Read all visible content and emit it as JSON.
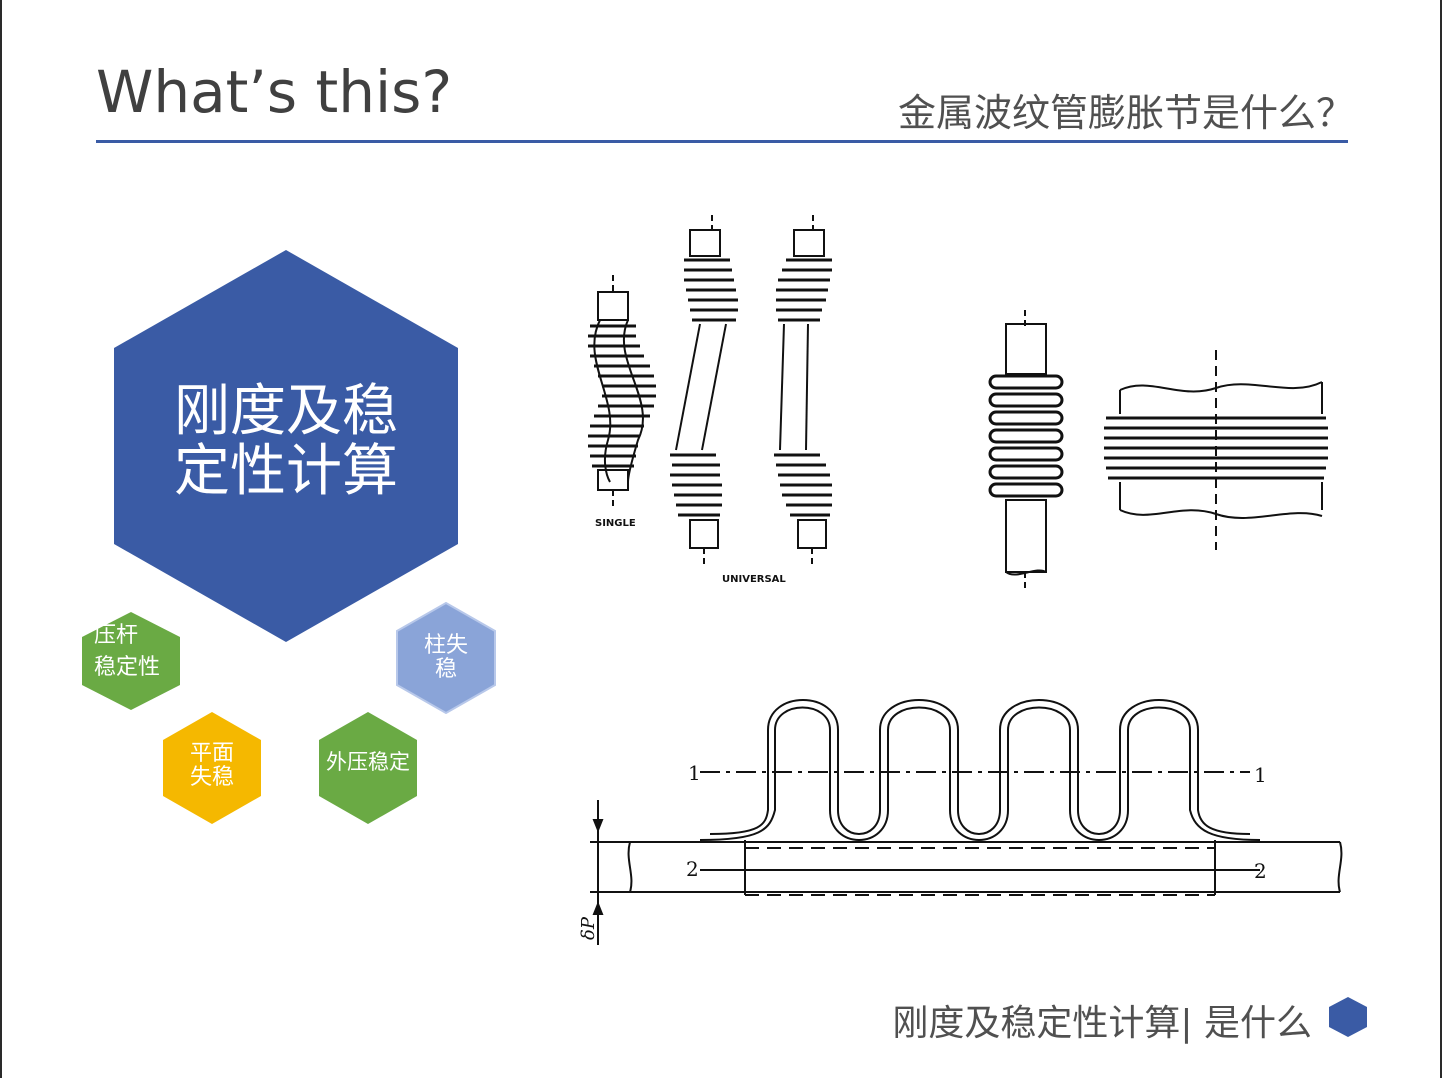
{
  "slide": {
    "title": "What’s this?",
    "subtitle": "金属波纹管膨胀节是什么？",
    "footer": "刚度及稳定性计算| 是什么"
  },
  "hexagons": {
    "main": {
      "line1": "刚度及稳",
      "line2": "定性计算",
      "color": "#3a5ba5"
    },
    "h1": {
      "line1": "压杆",
      "line2": "稳定性",
      "color": "#6aaa44"
    },
    "h2": {
      "line1": "柱失",
      "line2": "稳",
      "color": "#8aa4d8"
    },
    "h3": {
      "line1": "平面",
      "line2": "失稳",
      "color": "#f5b800"
    },
    "h4": {
      "line1": "外压稳定",
      "color": "#6aaa44"
    }
  },
  "figure_labels": {
    "single": "SINGLE",
    "universal": "UNIVERSAL",
    "l1_left": "1",
    "l1_right": "1",
    "l2_left": "2",
    "l2_right": "2",
    "delta": "δP"
  }
}
